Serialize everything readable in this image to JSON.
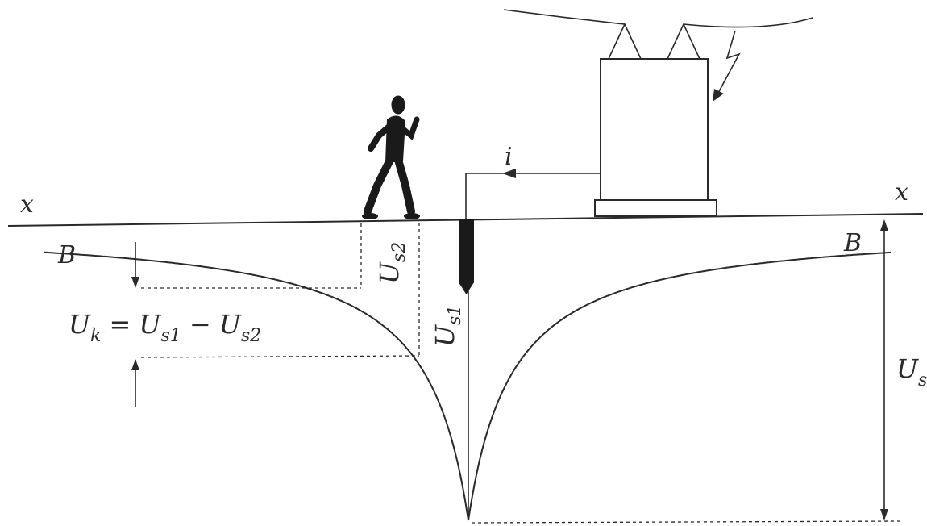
{
  "labels": {
    "x_left": "x",
    "x_right": "x",
    "B_left": "B",
    "B_right": "B",
    "current": "i",
    "Us2": {
      "main": "U",
      "sub": "s2"
    },
    "Us1": {
      "main": "U",
      "sub": "s1"
    },
    "Us": {
      "main": "U",
      "sub": "s"
    },
    "Uk_equation": {
      "U1": "U",
      "k": "k",
      "eq": " = ",
      "U2": "U",
      "s1": "s1",
      "minus": " − ",
      "U3": "U",
      "s2": "s2"
    }
  },
  "colors": {
    "ink": "#2a2a2a",
    "rod": "#1a1a1a"
  }
}
